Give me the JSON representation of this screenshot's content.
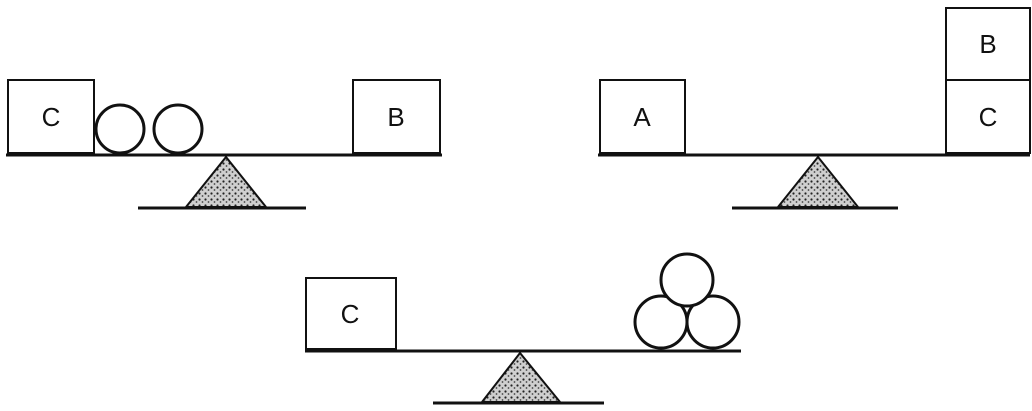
{
  "figure": {
    "colors": {
      "ink": "#111111",
      "box_fill": "#ffffff",
      "fulcrum_fill": "#8a8a8a"
    },
    "scales": [
      {
        "id": "scale-1",
        "left_pan": {
          "boxes": [
            "C"
          ],
          "balls": 2
        },
        "right_pan": {
          "boxes": [
            "B"
          ],
          "balls": 0
        }
      },
      {
        "id": "scale-2",
        "left_pan": {
          "boxes": [
            "A"
          ],
          "balls": 0
        },
        "right_pan": {
          "boxes": [
            "C",
            "B"
          ],
          "balls": 0
        }
      },
      {
        "id": "scale-3",
        "left_pan": {
          "boxes": [
            "C"
          ],
          "balls": 0
        },
        "right_pan": {
          "boxes": [],
          "balls": 3
        }
      }
    ],
    "labels": {
      "s1_left_box": "C",
      "s1_right_box": "B",
      "s2_left_box": "A",
      "s2_right_box_bottom": "C",
      "s2_right_box_top": "B",
      "s3_left_box": "C"
    }
  }
}
